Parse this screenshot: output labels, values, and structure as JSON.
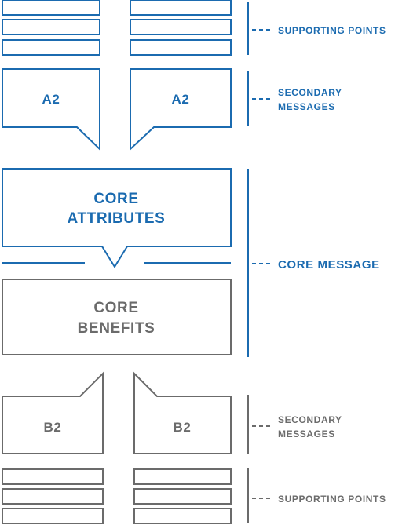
{
  "colors": {
    "blue": "#1b6bb0",
    "gray": "#6b6b6b"
  },
  "top": {
    "supporting_label": "SUPPORTING POINTS",
    "secondary_label_line1": "SECONDARY",
    "secondary_label_line2": "MESSAGES",
    "left_bubble": "A2",
    "right_bubble": "A2"
  },
  "core": {
    "attributes_line1": "CORE",
    "attributes_line2": "ATTRIBUTES",
    "benefits_line1": "CORE",
    "benefits_line2": "BENEFITS",
    "message_label": "CORE MESSAGE"
  },
  "bottom": {
    "left_bubble": "B2",
    "right_bubble": "B2",
    "secondary_label_line1": "SECONDARY",
    "secondary_label_line2": "MESSAGES",
    "supporting_label": "SUPPORTING POINTS"
  }
}
